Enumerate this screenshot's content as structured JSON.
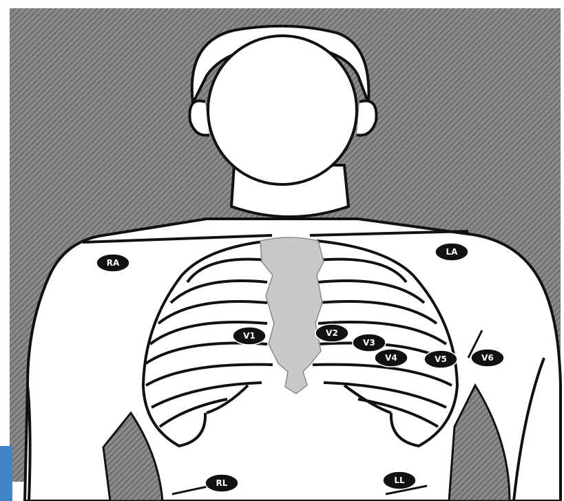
{
  "electrodes": [
    {
      "id": "ra",
      "label": "RA"
    },
    {
      "id": "la",
      "label": "LA"
    },
    {
      "id": "v1",
      "label": "V1"
    },
    {
      "id": "v2",
      "label": "V2"
    },
    {
      "id": "v3",
      "label": "V3"
    },
    {
      "id": "v4",
      "label": "V4"
    },
    {
      "id": "v5",
      "label": "V5"
    },
    {
      "id": "v6",
      "label": "V6"
    },
    {
      "id": "rl",
      "label": "RL"
    },
    {
      "id": "ll",
      "label": "LL"
    }
  ]
}
